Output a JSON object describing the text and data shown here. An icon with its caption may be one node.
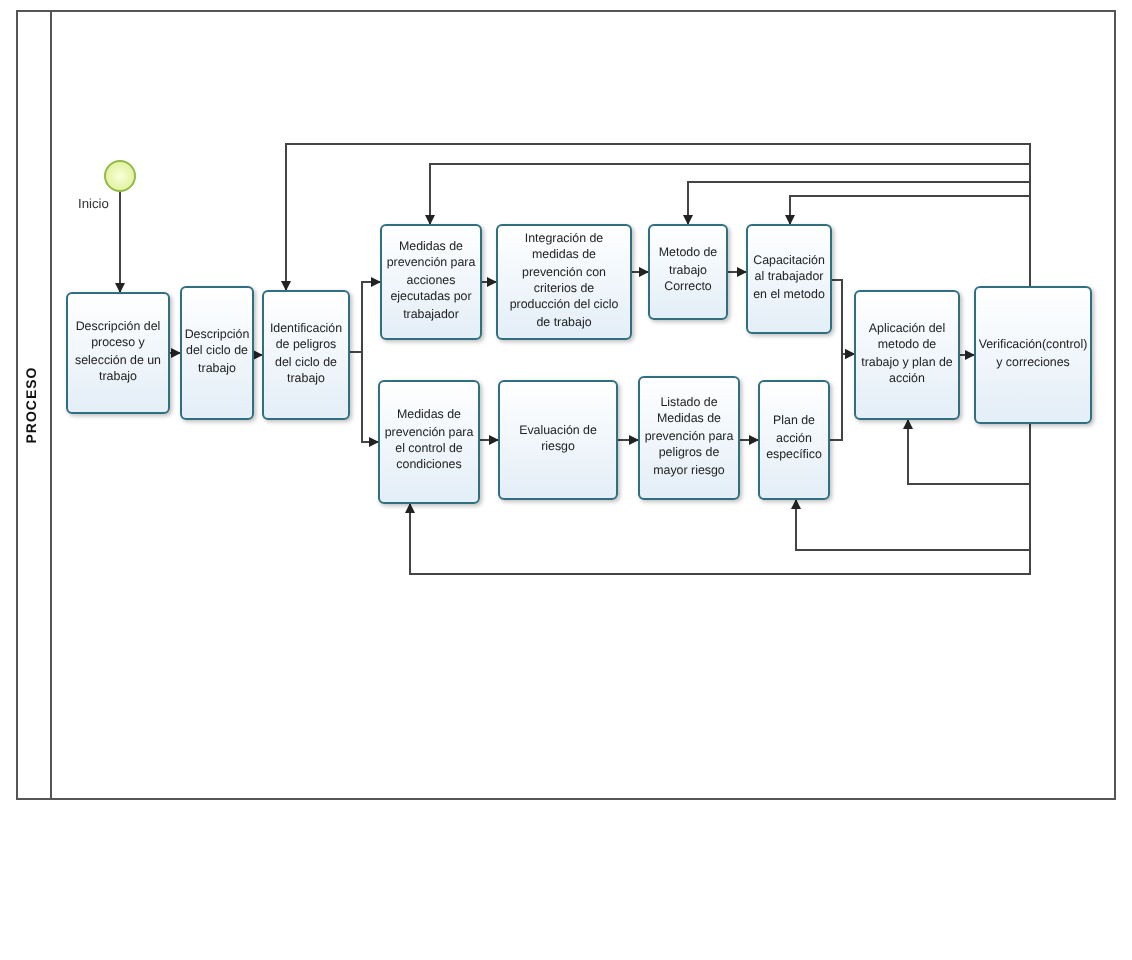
{
  "diagram": {
    "nodes": [
      {
        "text": [],
        "shape": "circle",
        "beside": [
          "Inicio"
        ]
      },
      {
        "text": [
          "Descripción del proceso y selección de un trabajo"
        ]
      },
      {
        "text": [
          "Descripción del ciclo de trabajo"
        ]
      },
      {
        "text": [
          "Identificación de peligros del ciclo de trabajo"
        ]
      },
      {
        "text": [
          "Medidas de prevención para acciones ejecutadas por trabajador"
        ]
      },
      {
        "text": [
          "Integración de medidas de prevención con criterios de producción del ciclo de trabajo"
        ]
      },
      {
        "text": [
          "Metodo de trabajo Correcto"
        ]
      },
      {
        "text": [
          "Capacitación al trabajador en el metodo"
        ]
      },
      {
        "text": [
          "Medidas de prevención para el control de condiciones"
        ]
      },
      {
        "text": [
          "Evaluación de riesgo"
        ]
      },
      {
        "text": [
          "Listado de Medidas de prevención para peligros de mayor riesgo"
        ]
      },
      {
        "text": [
          "Plan de acción específico"
        ]
      },
      {
        "text": [
          "Aplicación del metodo de trabajo y plan de acción"
        ]
      },
      {
        "text": [
          "Verificación(control) y correciones"
        ]
      }
    ],
    "edges": [
      {
        "from": 0,
        "to": 1,
        "arrow": "to"
      },
      {
        "from": 1,
        "to": 2,
        "arrow": "to"
      },
      {
        "from": 2,
        "to": 3,
        "arrow": "to"
      },
      {
        "from": 3,
        "to": 4,
        "arrow": "to"
      },
      {
        "from": 3,
        "to": 8,
        "arrow": "to"
      },
      {
        "from": 4,
        "to": 5,
        "arrow": "to"
      },
      {
        "from": 5,
        "to": 6,
        "arrow": "to"
      },
      {
        "from": 6,
        "to": 7,
        "arrow": "to"
      },
      {
        "from": 8,
        "to": 9,
        "arrow": "to"
      },
      {
        "from": 9,
        "to": 10,
        "arrow": "to"
      },
      {
        "from": 10,
        "to": 11,
        "arrow": "to"
      },
      {
        "from": 7,
        "to": 12,
        "arrow": "to"
      },
      {
        "from": 11,
        "to": 12,
        "arrow": "to"
      },
      {
        "from": 12,
        "to": 13,
        "arrow": "to"
      },
      {
        "from": 13,
        "to": 3,
        "arrow": "to"
      },
      {
        "from": 13,
        "to": 4,
        "arrow": "to"
      },
      {
        "from": 13,
        "to": 6,
        "arrow": "to"
      },
      {
        "from": 13,
        "to": 7,
        "arrow": "to"
      },
      {
        "from": 13,
        "to": 12,
        "arrow": "to"
      },
      {
        "from": 13,
        "to": 11,
        "arrow": "to"
      },
      {
        "from": 13,
        "to": 8,
        "arrow": "to"
      }
    ],
    "labels": [
      "PROCESO"
    ]
  }
}
